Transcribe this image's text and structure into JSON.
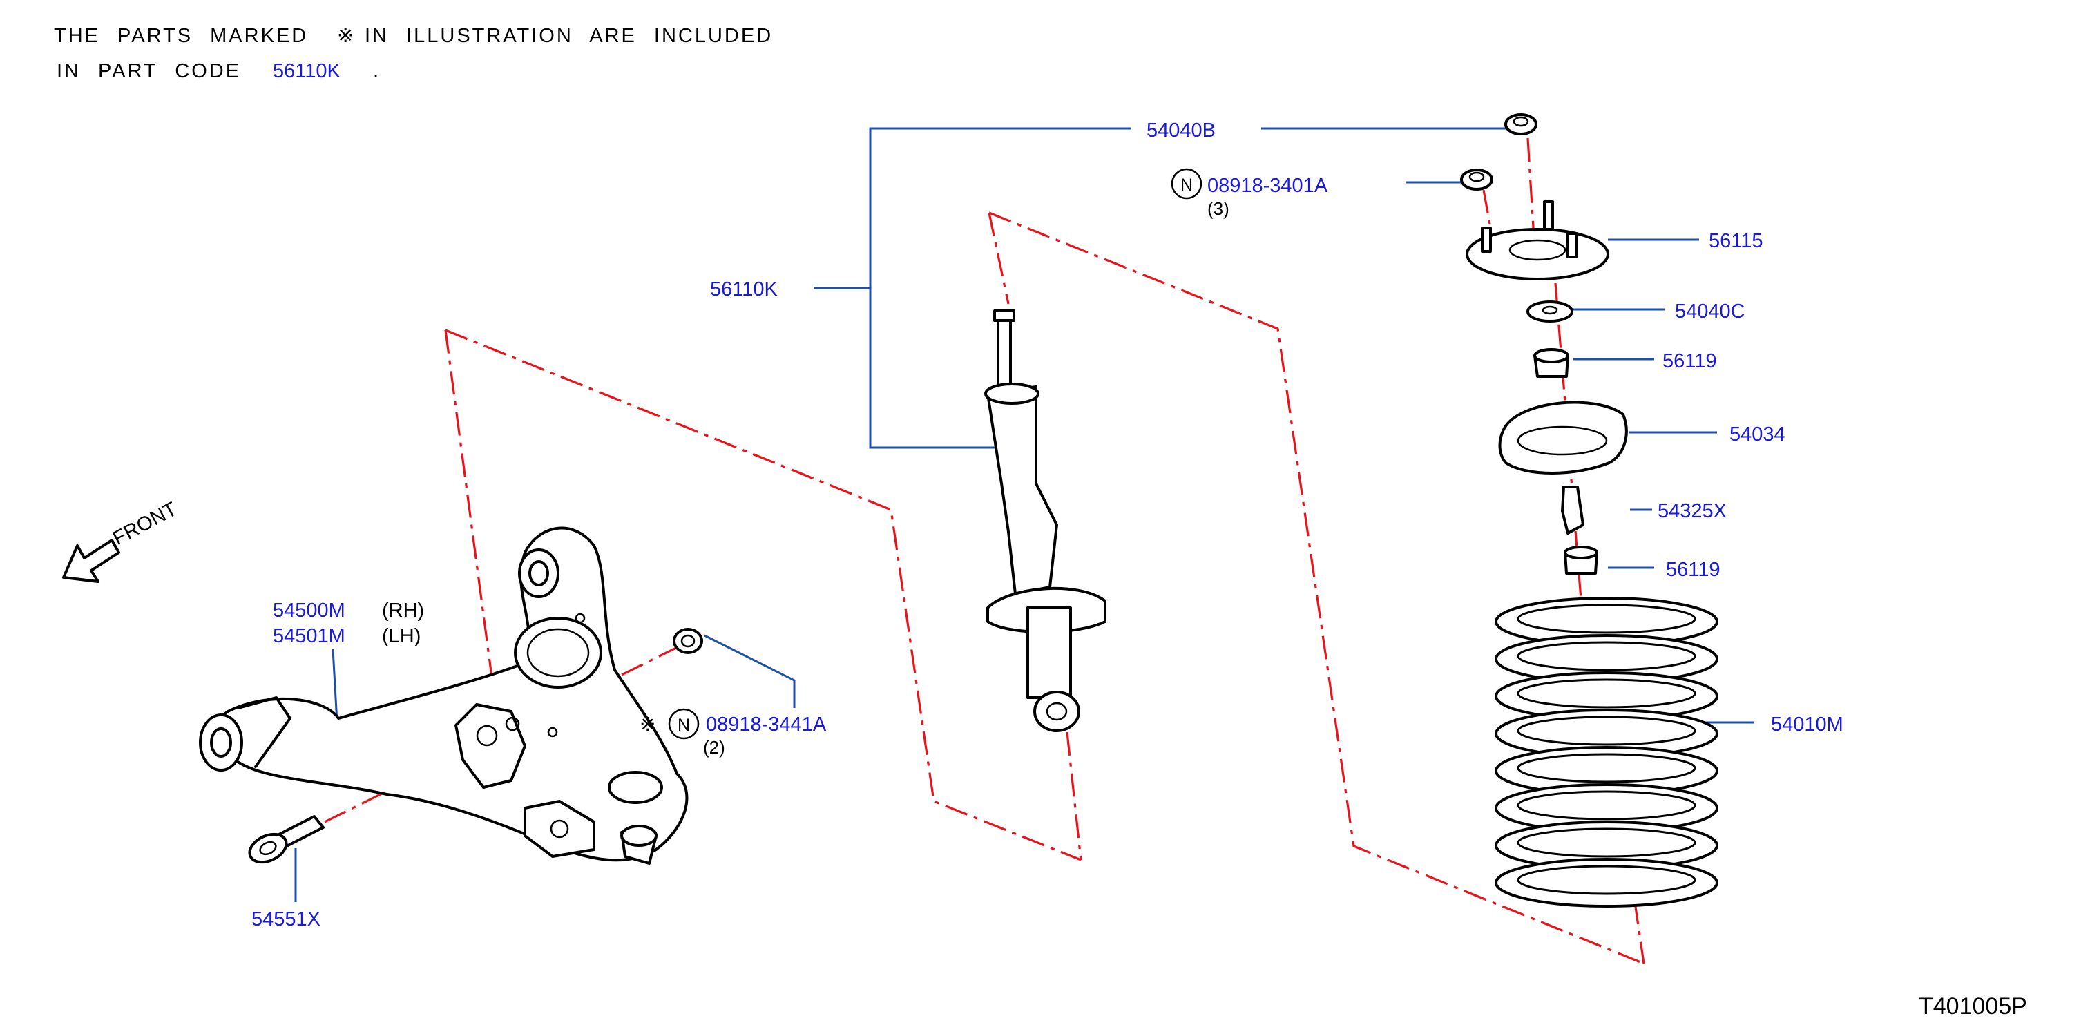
{
  "note": {
    "line1_start": "THE PARTS MARKED",
    "mark": "※",
    "line1_end": "IN ILLUSTRATION ARE INCLUDED",
    "line2_start": "IN PART CODE",
    "code": "56110K",
    "line2_end": "."
  },
  "front_label": "FRONT",
  "parts": {
    "p54040B": "54040B",
    "p08918_3401A": "08918-3401A",
    "p08918_3401A_qty": "(3)",
    "p56115": "56115",
    "p56110K": "56110K",
    "p54040C": "54040C",
    "p56119_upper": "56119",
    "p54034": "54034",
    "p54325X": "54325X",
    "p56119_lower": "56119",
    "p54010M": "54010M",
    "p54500M": "54500M",
    "p54500M_side": "(RH)",
    "p54501M": "54501M",
    "p54501M_side": "(LH)",
    "p08918_3441A": "08918-3441A",
    "p08918_3441A_qty": "(2)",
    "p54551X": "54551X"
  },
  "symbols": {
    "nut_marker": "N",
    "included_mark": "※"
  },
  "reference_code": "T401005P",
  "colors": {
    "part_number": "#1a1adc",
    "leader_line": "#1f4fa8",
    "dash_line": "#e8141c",
    "drawing": "#000000"
  }
}
